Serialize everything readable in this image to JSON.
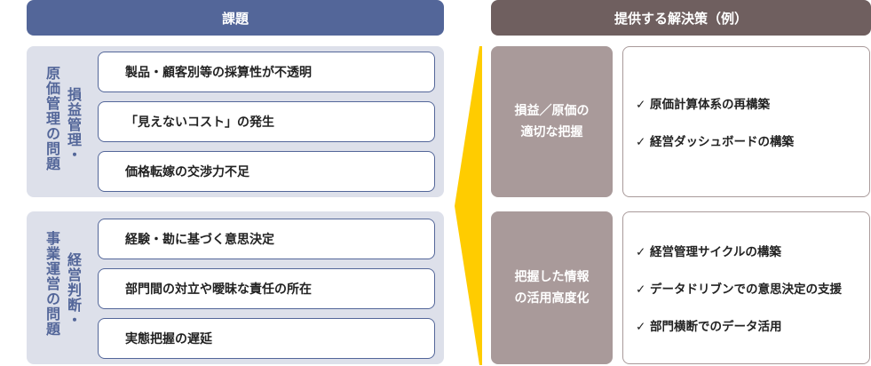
{
  "headers": {
    "left": "課題",
    "right": "提供する解決策（例）"
  },
  "groups": [
    {
      "label_col1": "損益管理・",
      "label_col2": "原価管理の問題",
      "items": [
        "製品・顧客別等の採算性が不透明",
        "「見えないコスト」の発生",
        "価格転嫁の交渉力不足"
      ]
    },
    {
      "label_col1": "経営判断・",
      "label_col2": "事業運営の問題",
      "items": [
        "経験・勘に基づく意思決定",
        "部門間の対立や曖昧な責任の所在",
        "実態把握の遅延"
      ]
    }
  ],
  "solutions": [
    {
      "title_line1": "損益／原価の",
      "title_line2": "適切な把握",
      "items": [
        "✓ 原価計算体系の再構築",
        "✓ 経営ダッシュボードの構築"
      ]
    },
    {
      "title_line1": "把握した情報",
      "title_line2": "の活用高度化",
      "items": [
        "✓ 経営管理サイクルの構築",
        "✓ データドリブンでの意思決定の支援",
        "✓ 部門横断でのデータ活用"
      ]
    }
  ],
  "colors": {
    "issue": "#536699",
    "solution": "#a99a9a",
    "arrow": "#ffcc00"
  }
}
